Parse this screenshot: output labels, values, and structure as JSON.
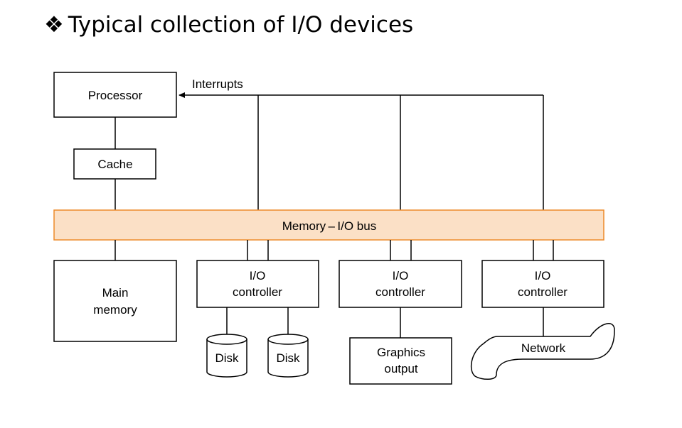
{
  "title": {
    "bullet_icon": "four-diamond-bullet-icon",
    "text": "Typical collection of I/O devices"
  },
  "diagram": {
    "processor": "Processor",
    "interrupts": "Interrupts",
    "cache": "Cache",
    "bus": "Memory – I/O bus",
    "main_memory": [
      "Main",
      "memory"
    ],
    "controllers": [
      [
        "I/O",
        "controller"
      ],
      [
        "I/O",
        "controller"
      ],
      [
        "I/O",
        "controller"
      ]
    ],
    "disks": [
      "Disk",
      "Disk"
    ],
    "graphics": [
      "Graphics",
      "output"
    ],
    "network": "Network",
    "colors": {
      "bus_fill": "#fbe0c6",
      "bus_stroke": "#ed8a2a",
      "line": "#000000"
    }
  }
}
